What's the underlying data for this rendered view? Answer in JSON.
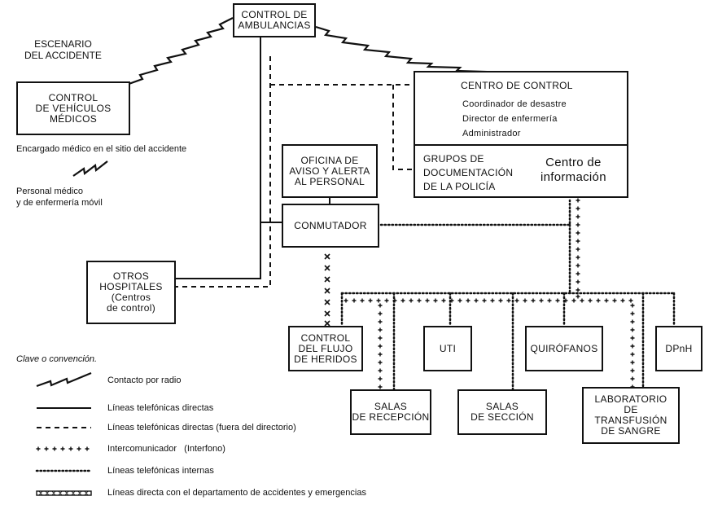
{
  "nodes": {
    "ambulancias": [
      "CONTROL DE",
      "AMBULANCIAS"
    ],
    "escenario": [
      "ESCENARIO",
      "DEL ACCIDENTE"
    ],
    "vehiculos": [
      "CONTROL",
      "DE VEHÍCULOS",
      "MÉDICOS"
    ],
    "encargado": "Encargado médico en el sitio del accidente",
    "personal": [
      "Personal médico",
      "y de enfermería móvil"
    ],
    "centro_control": {
      "title": "CENTRO DE CONTROL",
      "members": [
        "Coordinador de desastre",
        "Director de enfermería",
        "Administrador"
      ],
      "grupos": [
        "GRUPOS DE",
        "DOCUMENTACIÓN",
        "DE LA POLICÍA"
      ],
      "info": [
        "Centro de",
        "información"
      ]
    },
    "oficina": [
      "OFICINA DE",
      "AVISO Y ALERTA",
      "AL PERSONAL"
    ],
    "conmutador": "CONMUTADOR",
    "otros": [
      "OTROS",
      "HOSPITALES",
      "(Centros",
      "de control)"
    ],
    "flujo": [
      "CONTROL",
      "DEL FLUJO",
      "DE HERIDOS"
    ],
    "uti": "UTI",
    "quirofanos": "QUIRÓFANOS",
    "dpnh": "DPnH",
    "recepcion": [
      "SALAS",
      "DE RECEPCIÓN"
    ],
    "seccion": [
      "SALAS",
      "DE SECCIÓN"
    ],
    "laboratorio": [
      "LABORATORIO",
      "DE",
      "TRANSFUSIÓN",
      "DE SANGRE"
    ]
  },
  "legend": {
    "title": "Clave o convención.",
    "items": [
      {
        "style": "radio",
        "label": "Contacto por radio"
      },
      {
        "style": "solid",
        "label": "Líneas telefónicas directas"
      },
      {
        "style": "dashed",
        "label": "Líneas telefónicas directas (fuera del directorio)"
      },
      {
        "style": "plus",
        "label": "Intercomunicador   (Interfono)"
      },
      {
        "style": "dotted",
        "label": "Líneas telefónicas internas"
      },
      {
        "style": "double",
        "label": "Líneas directa con el departamento de accidentes y emergencias"
      }
    ]
  }
}
